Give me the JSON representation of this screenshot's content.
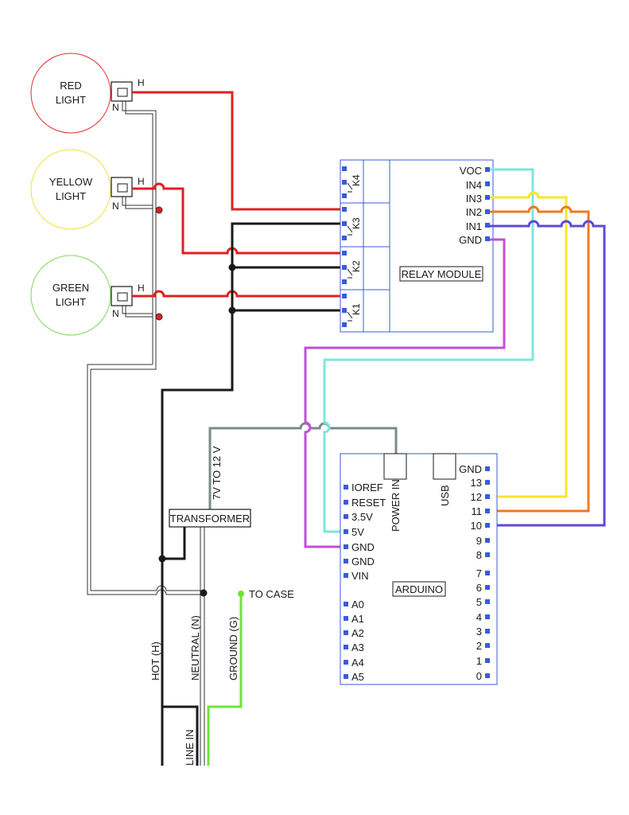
{
  "lights": [
    {
      "line1": "RED",
      "line2": "LIGHT",
      "color": "#e03030"
    },
    {
      "line1": "YELLOW",
      "line2": "LIGHT",
      "color": "#f0e040"
    },
    {
      "line1": "GREEN",
      "line2": "LIGHT",
      "color": "#7ed957"
    }
  ],
  "socket_labels": {
    "hot": "H",
    "neutral": "N"
  },
  "relay": {
    "title": "RELAY MODULE",
    "pins": [
      "VOC",
      "IN4",
      "IN3",
      "IN2",
      "IN1",
      "GND"
    ],
    "channels": [
      "K4",
      "K3",
      "K2",
      "K1"
    ]
  },
  "arduino": {
    "title": "ARDUINO",
    "power_in": "POWER IN",
    "usb": "USB",
    "left_pins": [
      "IOREF",
      "RESET",
      "3.5V",
      "5V",
      "GND",
      "GND",
      "VIN",
      "A0",
      "A1",
      "A2",
      "A3",
      "A4",
      "A5"
    ],
    "right_pins": [
      "GND",
      "13",
      "12",
      "11",
      "10",
      "9",
      "8",
      "7",
      "6",
      "5",
      "4",
      "3",
      "2",
      "1",
      "0"
    ]
  },
  "transformer": {
    "label": "TRANSFORMER",
    "output": "7V TO 12 V"
  },
  "mains": {
    "hot": "HOT (H)",
    "neutral": "NEUTRAL (N)",
    "ground": "GROUND (G)",
    "line_in": "LINE IN",
    "to_case": "TO CASE"
  },
  "wire_colors": {
    "hot_red": "#e02020",
    "black": "#1a1a1a",
    "yellow": "#f5e82a",
    "orange": "#ee7a22",
    "blue": "#5b4bd6",
    "cyan": "#7ee6dc",
    "magenta": "#c04fd8",
    "grey": "#7c8a8a",
    "ground": "#6de43a",
    "pin": "#3a5bd8"
  }
}
